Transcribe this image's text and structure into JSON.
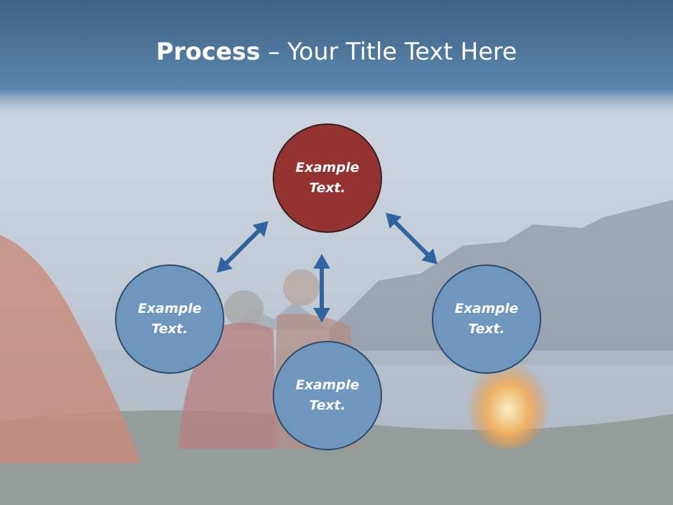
{
  "slide": {
    "title_strong": "Process",
    "title_dash": " – ",
    "title_rest": "Your Title Text Here"
  },
  "colors": {
    "title_band": "#4a7599",
    "accent_red": "#943131",
    "node_blue": "#6f97bd",
    "arrow_blue": "#2f64a0"
  },
  "diagram": {
    "nodes": [
      {
        "id": "top",
        "line1": "Example",
        "line2": "Text.",
        "color": "red"
      },
      {
        "id": "left",
        "line1": "Example",
        "line2": "Text.",
        "color": "blue"
      },
      {
        "id": "right",
        "line1": "Example",
        "line2": "Text.",
        "color": "blue"
      },
      {
        "id": "bottom",
        "line1": "Example",
        "line2": "Text.",
        "color": "blue"
      }
    ],
    "connectors": [
      {
        "from": "left",
        "to": "top",
        "style": "double-arrow"
      },
      {
        "from": "top",
        "to": "right",
        "style": "double-arrow"
      },
      {
        "from": "top",
        "to": "bottom",
        "style": "double-arrow"
      }
    ]
  },
  "background": {
    "scene": "campers by tent and campfire at lakeside",
    "icons": [
      "tent-icon",
      "campfire-icon",
      "mountain-icon"
    ]
  }
}
